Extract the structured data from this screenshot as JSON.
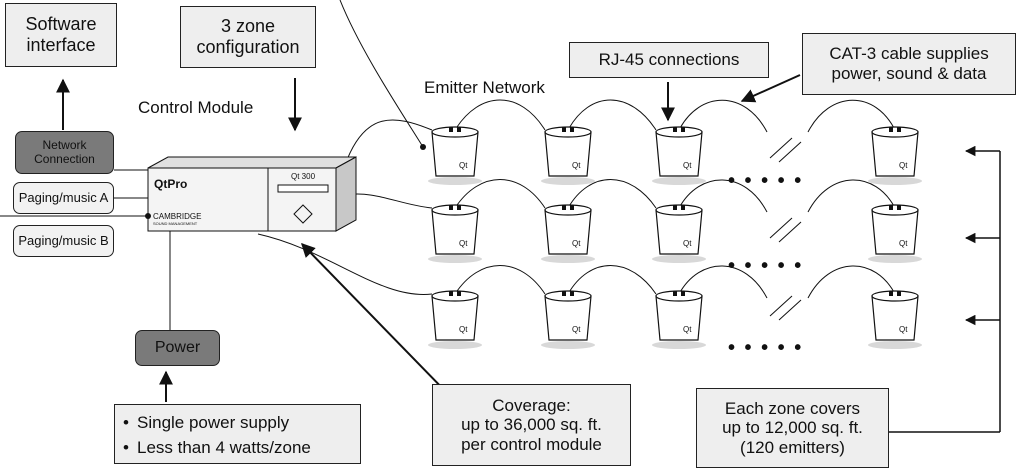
{
  "boxes": {
    "software_interface": "Software\ninterface",
    "zone_configuration": "3 zone\nconfiguration",
    "network_connection": "Network\nConnection",
    "paging_music_a": "Paging/music A",
    "paging_music_b": "Paging/music B",
    "power": "Power",
    "rj45": "RJ-45 connections",
    "cat3": "CAT-3 cable supplies\npower, sound & data",
    "coverage": "Coverage:\nup to 36,000 sq. ft.\nper control module",
    "zone_coverage": "Each zone covers\nup to 12,000 sq. ft.\n(120 emitters)"
  },
  "labels": {
    "control_module": "Control Module",
    "emitter_network": "Emitter Network"
  },
  "power_bullets": [
    "Single power supply",
    "Less than 4 watts/zone"
  ],
  "device": {
    "brand": "QtPro",
    "model": "Qt 300",
    "maker": "CAMBRIDGE",
    "maker_sub": "SOUND MANAGEMENT"
  },
  "emitter_label": "Qt",
  "ellipsis": "• • • • •"
}
